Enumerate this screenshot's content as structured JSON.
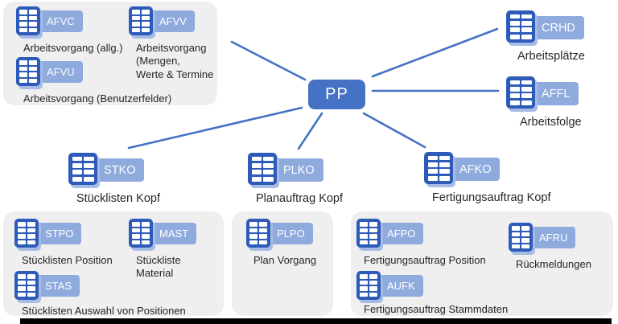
{
  "title": "SAP PP Tabellen Diagramm",
  "center": {
    "label": "PP"
  },
  "colors": {
    "accent": "#4472C4",
    "icon_blue": "#2E5BB8",
    "tag_blue": "#8FAADC",
    "group_bg": "#EFEFEF",
    "text": "#262626"
  },
  "icons": {
    "table_icon": "table-grid"
  },
  "nodes": {
    "afvc": {
      "code": "AFVC",
      "label": "Arbeitsvorgang (allg.)"
    },
    "afvv": {
      "code": "AFVV",
      "label": "Arbeitsvorgang\n(Mengen,\nWerte & Termine"
    },
    "afvu": {
      "code": "AFVU",
      "label": "Arbeitsvorgang (Benutzerfelder)"
    },
    "crhd": {
      "code": "CRHD",
      "label": "Arbeitsplätze"
    },
    "affl": {
      "code": "AFFL",
      "label": "Arbeitsfolge"
    },
    "stko": {
      "code": "STKO",
      "label": "Stücklisten Kopf"
    },
    "plko": {
      "code": "PLKO",
      "label": "Planauftrag Kopf"
    },
    "afko": {
      "code": "AFKO",
      "label": "Fertigungsauftrag Kopf"
    },
    "stpo": {
      "code": "STPO",
      "label": "Stücklisten Position"
    },
    "mast": {
      "code": "MAST",
      "label": "Stückliste\nMaterial"
    },
    "stas": {
      "code": "STAS",
      "label": "Stücklisten Auswahl von Positionen"
    },
    "plpo": {
      "code": "PLPO",
      "label": "Plan Vorgang"
    },
    "afpo": {
      "code": "AFPO",
      "label": "Fertigungsauftrag Position"
    },
    "afru": {
      "code": "AFRU",
      "label": "Rückmeldungen"
    },
    "aufk": {
      "code": "AUFK",
      "label": "Fertigungsauftrag Stammdaten"
    }
  }
}
